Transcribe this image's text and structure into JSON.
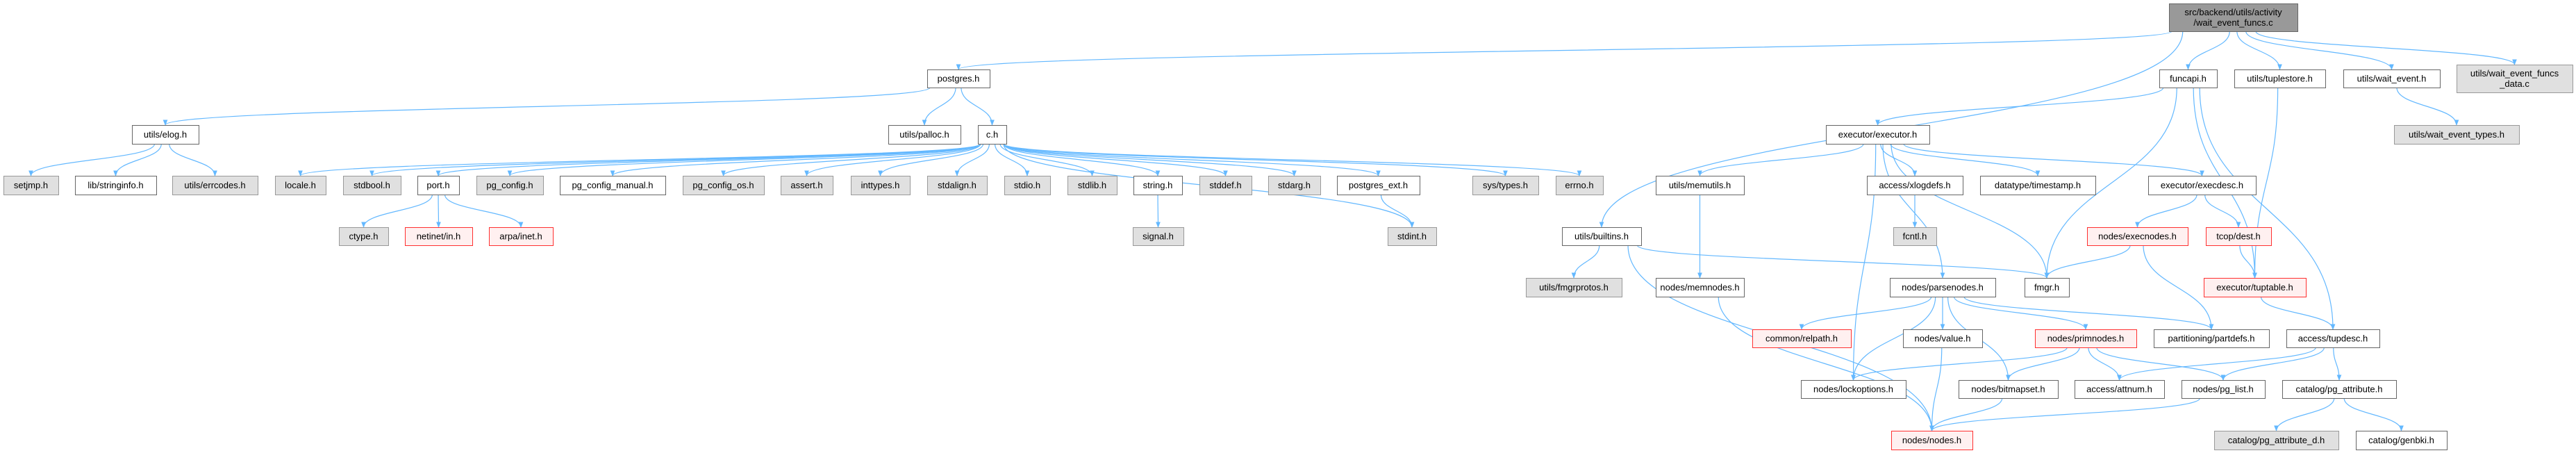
{
  "graph": {
    "title": "src/backend/utils/activity/wait_event_funcs.c",
    "edge_color": "#63b8ff",
    "nodes": {
      "root": {
        "lines": [
          "src/backend/utils/activity",
          "/wait_event_funcs.c"
        ],
        "kind": "root"
      },
      "postgres": {
        "lines": [
          "postgres.h"
        ],
        "kind": "plain"
      },
      "funcapi": {
        "lines": [
          "funcapi.h"
        ],
        "kind": "plain"
      },
      "tuplestore": {
        "lines": [
          "utils/tuplestore.h"
        ],
        "kind": "plain"
      },
      "wait_event": {
        "lines": [
          "utils/wait_event.h"
        ],
        "kind": "plain"
      },
      "wef_data": {
        "lines": [
          "utils/wait_event_funcs",
          "_data.c"
        ],
        "kind": "ext"
      },
      "elog": {
        "lines": [
          "utils/elog.h"
        ],
        "kind": "plain"
      },
      "palloc": {
        "lines": [
          "utils/palloc.h"
        ],
        "kind": "plain"
      },
      "c": {
        "lines": [
          "c.h"
        ],
        "kind": "plain"
      },
      "executor": {
        "lines": [
          "executor/executor.h"
        ],
        "kind": "plain"
      },
      "wait_event_types": {
        "lines": [
          "utils/wait_event_types.h"
        ],
        "kind": "ext"
      },
      "setjmp": {
        "lines": [
          "setjmp.h"
        ],
        "kind": "ext"
      },
      "stringinfo": {
        "lines": [
          "lib/stringinfo.h"
        ],
        "kind": "plain"
      },
      "errcodes": {
        "lines": [
          "utils/errcodes.h"
        ],
        "kind": "ext"
      },
      "locale": {
        "lines": [
          "locale.h"
        ],
        "kind": "ext"
      },
      "stdbool": {
        "lines": [
          "stdbool.h"
        ],
        "kind": "ext"
      },
      "port": {
        "lines": [
          "port.h"
        ],
        "kind": "plain"
      },
      "pg_config": {
        "lines": [
          "pg_config.h"
        ],
        "kind": "ext"
      },
      "pg_config_manual": {
        "lines": [
          "pg_config_manual.h"
        ],
        "kind": "plain"
      },
      "pg_config_os": {
        "lines": [
          "pg_config_os.h"
        ],
        "kind": "ext"
      },
      "assert": {
        "lines": [
          "assert.h"
        ],
        "kind": "ext"
      },
      "inttypes": {
        "lines": [
          "inttypes.h"
        ],
        "kind": "ext"
      },
      "stdalign": {
        "lines": [
          "stdalign.h"
        ],
        "kind": "ext"
      },
      "stdio": {
        "lines": [
          "stdio.h"
        ],
        "kind": "ext"
      },
      "stdlib": {
        "lines": [
          "stdlib.h"
        ],
        "kind": "ext"
      },
      "string": {
        "lines": [
          "string.h"
        ],
        "kind": "plain"
      },
      "stddef": {
        "lines": [
          "stddef.h"
        ],
        "kind": "ext"
      },
      "stdarg": {
        "lines": [
          "stdarg.h"
        ],
        "kind": "ext"
      },
      "postgres_ext": {
        "lines": [
          "postgres_ext.h"
        ],
        "kind": "plain"
      },
      "systypes": {
        "lines": [
          "sys/types.h"
        ],
        "kind": "ext"
      },
      "errno": {
        "lines": [
          "errno.h"
        ],
        "kind": "ext"
      },
      "memutils": {
        "lines": [
          "utils/memutils.h"
        ],
        "kind": "plain"
      },
      "xlogdefs": {
        "lines": [
          "access/xlogdefs.h"
        ],
        "kind": "plain"
      },
      "timestamp": {
        "lines": [
          "datatype/timestamp.h"
        ],
        "kind": "plain"
      },
      "execdesc": {
        "lines": [
          "executor/execdesc.h"
        ],
        "kind": "plain"
      },
      "ctype": {
        "lines": [
          "ctype.h"
        ],
        "kind": "ext"
      },
      "netinet": {
        "lines": [
          "netinet/in.h"
        ],
        "kind": "trunc"
      },
      "arpa": {
        "lines": [
          "arpa/inet.h"
        ],
        "kind": "trunc"
      },
      "signal": {
        "lines": [
          "signal.h"
        ],
        "kind": "ext"
      },
      "stdint": {
        "lines": [
          "stdint.h"
        ],
        "kind": "ext"
      },
      "builtins": {
        "lines": [
          "utils/builtins.h"
        ],
        "kind": "plain"
      },
      "fcntl": {
        "lines": [
          "fcntl.h"
        ],
        "kind": "ext"
      },
      "execnodes": {
        "lines": [
          "nodes/execnodes.h"
        ],
        "kind": "trunc"
      },
      "dest": {
        "lines": [
          "tcop/dest.h"
        ],
        "kind": "trunc"
      },
      "fmgrprotos": {
        "lines": [
          "utils/fmgrprotos.h"
        ],
        "kind": "ext"
      },
      "memnodes": {
        "lines": [
          "nodes/memnodes.h"
        ],
        "kind": "plain"
      },
      "parsenodes": {
        "lines": [
          "nodes/parsenodes.h"
        ],
        "kind": "plain"
      },
      "fmgr": {
        "lines": [
          "fmgr.h"
        ],
        "kind": "plain"
      },
      "tuptable": {
        "lines": [
          "executor/tuptable.h"
        ],
        "kind": "trunc"
      },
      "relpath": {
        "lines": [
          "common/relpath.h"
        ],
        "kind": "trunc"
      },
      "value": {
        "lines": [
          "nodes/value.h"
        ],
        "kind": "plain"
      },
      "primnodes": {
        "lines": [
          "nodes/primnodes.h"
        ],
        "kind": "trunc"
      },
      "partdefs": {
        "lines": [
          "partitioning/partdefs.h"
        ],
        "kind": "plain"
      },
      "tupdesc": {
        "lines": [
          "access/tupdesc.h"
        ],
        "kind": "plain"
      },
      "lockoptions": {
        "lines": [
          "nodes/lockoptions.h"
        ],
        "kind": "plain"
      },
      "bitmapset": {
        "lines": [
          "nodes/bitmapset.h"
        ],
        "kind": "plain"
      },
      "attnum": {
        "lines": [
          "access/attnum.h"
        ],
        "kind": "plain"
      },
      "pg_list": {
        "lines": [
          "nodes/pg_list.h"
        ],
        "kind": "plain"
      },
      "pg_attribute": {
        "lines": [
          "catalog/pg_attribute.h"
        ],
        "kind": "plain"
      },
      "nodes": {
        "lines": [
          "nodes/nodes.h"
        ],
        "kind": "trunc"
      },
      "pg_attribute_d": {
        "lines": [
          "catalog/pg_attribute_d.h"
        ],
        "kind": "ext"
      },
      "genbki": {
        "lines": [
          "catalog/genbki.h"
        ],
        "kind": "plain"
      }
    },
    "edges": [
      [
        "root",
        "postgres"
      ],
      [
        "root",
        "builtins"
      ],
      [
        "root",
        "funcapi"
      ],
      [
        "root",
        "tuplestore"
      ],
      [
        "root",
        "wait_event"
      ],
      [
        "root",
        "wef_data"
      ],
      [
        "postgres",
        "elog"
      ],
      [
        "postgres",
        "palloc"
      ],
      [
        "postgres",
        "c"
      ],
      [
        "elog",
        "setjmp"
      ],
      [
        "elog",
        "stringinfo"
      ],
      [
        "elog",
        "errcodes"
      ],
      [
        "c",
        "locale"
      ],
      [
        "c",
        "stdbool"
      ],
      [
        "c",
        "port"
      ],
      [
        "c",
        "pg_config"
      ],
      [
        "c",
        "pg_config_manual"
      ],
      [
        "c",
        "pg_config_os"
      ],
      [
        "c",
        "assert"
      ],
      [
        "c",
        "inttypes"
      ],
      [
        "c",
        "stdalign"
      ],
      [
        "c",
        "stdio"
      ],
      [
        "c",
        "stdlib"
      ],
      [
        "c",
        "string"
      ],
      [
        "c",
        "stddef"
      ],
      [
        "c",
        "stdarg"
      ],
      [
        "c",
        "postgres_ext"
      ],
      [
        "c",
        "systypes"
      ],
      [
        "c",
        "errno"
      ],
      [
        "c",
        "stdint"
      ],
      [
        "port",
        "ctype"
      ],
      [
        "port",
        "netinet"
      ],
      [
        "port",
        "arpa"
      ],
      [
        "string",
        "signal"
      ],
      [
        "postgres_ext",
        "stdint"
      ],
      [
        "funcapi",
        "executor"
      ],
      [
        "funcapi",
        "fmgr"
      ],
      [
        "funcapi",
        "tuptable"
      ],
      [
        "funcapi",
        "tupdesc"
      ],
      [
        "tuplestore",
        "tuptable"
      ],
      [
        "wait_event",
        "wait_event_types"
      ],
      [
        "executor",
        "memutils"
      ],
      [
        "executor",
        "xlogdefs"
      ],
      [
        "executor",
        "timestamp"
      ],
      [
        "executor",
        "execdesc"
      ],
      [
        "executor",
        "parsenodes"
      ],
      [
        "executor",
        "fmgr"
      ],
      [
        "executor",
        "lockoptions"
      ],
      [
        "memutils",
        "memnodes"
      ],
      [
        "memnodes",
        "nodes"
      ],
      [
        "xlogdefs",
        "fcntl"
      ],
      [
        "execdesc",
        "execnodes"
      ],
      [
        "execdesc",
        "dest"
      ],
      [
        "execnodes",
        "fmgr"
      ],
      [
        "execnodes",
        "partdefs"
      ],
      [
        "dest",
        "tuptable"
      ],
      [
        "tuptable",
        "tupdesc"
      ],
      [
        "builtins",
        "fmgrprotos"
      ],
      [
        "builtins",
        "fmgr"
      ],
      [
        "builtins",
        "nodes"
      ],
      [
        "parsenodes",
        "relpath"
      ],
      [
        "parsenodes",
        "lockoptions"
      ],
      [
        "parsenodes",
        "value"
      ],
      [
        "parsenodes",
        "bitmapset"
      ],
      [
        "parsenodes",
        "primnodes"
      ],
      [
        "parsenodes",
        "partdefs"
      ],
      [
        "value",
        "nodes"
      ],
      [
        "primnodes",
        "lockoptions"
      ],
      [
        "primnodes",
        "bitmapset"
      ],
      [
        "primnodes",
        "attnum"
      ],
      [
        "primnodes",
        "pg_list"
      ],
      [
        "tupdesc",
        "attnum"
      ],
      [
        "tupdesc",
        "pg_list"
      ],
      [
        "tupdesc",
        "pg_attribute"
      ],
      [
        "bitmapset",
        "nodes"
      ],
      [
        "pg_list",
        "nodes"
      ],
      [
        "pg_attribute",
        "pg_attribute_d"
      ],
      [
        "pg_attribute",
        "genbki"
      ]
    ]
  }
}
